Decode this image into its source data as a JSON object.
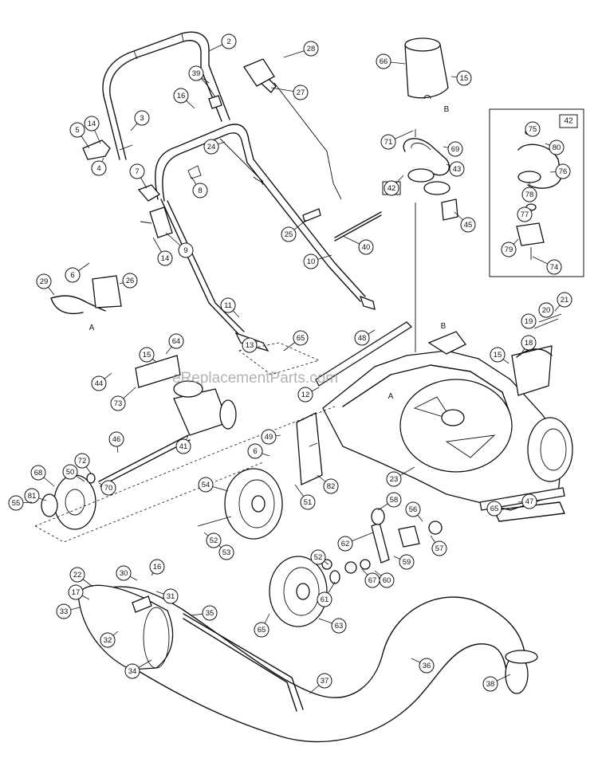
{
  "watermark": "eReplacementParts.com",
  "reference_letters": [
    "A",
    "B",
    "A",
    "B"
  ],
  "inset_box_label": "42",
  "callouts": [
    {
      "label": "2"
    },
    {
      "label": "28"
    },
    {
      "label": "39"
    },
    {
      "label": "27"
    },
    {
      "label": "16"
    },
    {
      "label": "3"
    },
    {
      "label": "14"
    },
    {
      "label": "5"
    },
    {
      "label": "24"
    },
    {
      "label": "4"
    },
    {
      "label": "7"
    },
    {
      "label": "8"
    },
    {
      "label": "25"
    },
    {
      "label": "40"
    },
    {
      "label": "9"
    },
    {
      "label": "14"
    },
    {
      "label": "6"
    },
    {
      "label": "29"
    },
    {
      "label": "26"
    },
    {
      "label": "10"
    },
    {
      "label": "66"
    },
    {
      "label": "15"
    },
    {
      "label": "71"
    },
    {
      "label": "69"
    },
    {
      "label": "43"
    },
    {
      "label": "42"
    },
    {
      "label": "45"
    },
    {
      "label": "75"
    },
    {
      "label": "80"
    },
    {
      "label": "76"
    },
    {
      "label": "78"
    },
    {
      "label": "77"
    },
    {
      "label": "79"
    },
    {
      "label": "74"
    },
    {
      "label": "11"
    },
    {
      "label": "13"
    },
    {
      "label": "65"
    },
    {
      "label": "48"
    },
    {
      "label": "21"
    },
    {
      "label": "20"
    },
    {
      "label": "19"
    },
    {
      "label": "18"
    },
    {
      "label": "15"
    },
    {
      "label": "64"
    },
    {
      "label": "15"
    },
    {
      "label": "44"
    },
    {
      "label": "73"
    },
    {
      "label": "12"
    },
    {
      "label": "49"
    },
    {
      "label": "6"
    },
    {
      "label": "41"
    },
    {
      "label": "46"
    },
    {
      "label": "72"
    },
    {
      "label": "50"
    },
    {
      "label": "68"
    },
    {
      "label": "70"
    },
    {
      "label": "81"
    },
    {
      "label": "55"
    },
    {
      "label": "54"
    },
    {
      "label": "82"
    },
    {
      "label": "51"
    },
    {
      "label": "23"
    },
    {
      "label": "47"
    },
    {
      "label": "65"
    },
    {
      "label": "58"
    },
    {
      "label": "56"
    },
    {
      "label": "62"
    },
    {
      "label": "57"
    },
    {
      "label": "52"
    },
    {
      "label": "53"
    },
    {
      "label": "52"
    },
    {
      "label": "59"
    },
    {
      "label": "67"
    },
    {
      "label": "60"
    },
    {
      "label": "61"
    },
    {
      "label": "63"
    },
    {
      "label": "65"
    },
    {
      "label": "22"
    },
    {
      "label": "16"
    },
    {
      "label": "30"
    },
    {
      "label": "31"
    },
    {
      "label": "17"
    },
    {
      "label": "33"
    },
    {
      "label": "35"
    },
    {
      "label": "32"
    },
    {
      "label": "34"
    },
    {
      "label": "36"
    },
    {
      "label": "37"
    },
    {
      "label": "38"
    }
  ]
}
